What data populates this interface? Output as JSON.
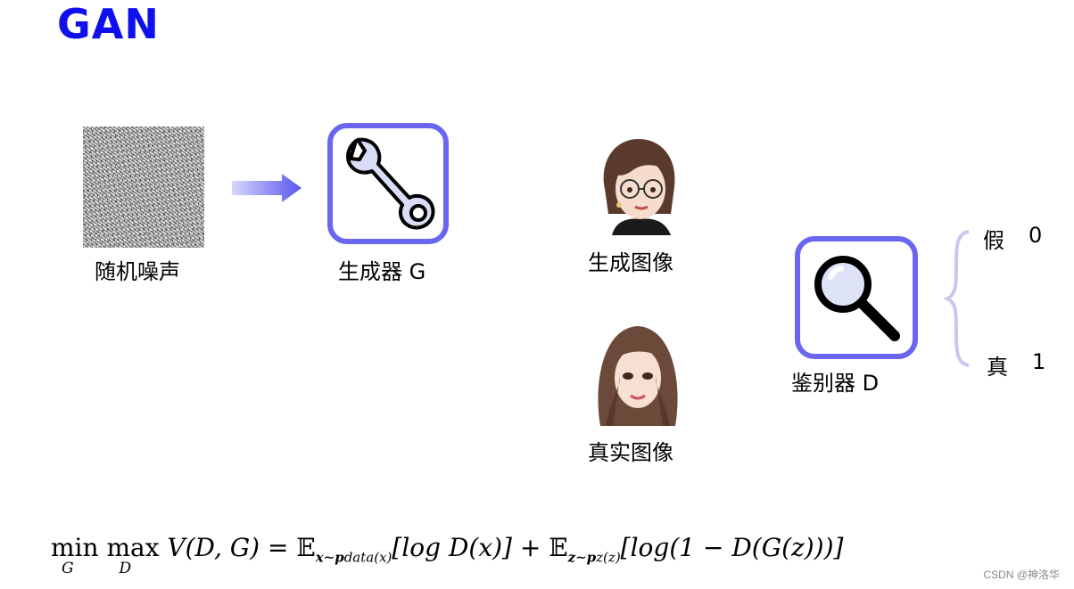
{
  "title": "GAN",
  "labels": {
    "noise": "随机噪声",
    "generator": "生成器 G",
    "generated_image": "生成图像",
    "real_image": "真实图像",
    "discriminator": "鉴别器 D"
  },
  "outputs": {
    "fake_label": "假",
    "fake_value": "0",
    "real_label": "真",
    "real_value": "1"
  },
  "formula": {
    "lhs": "min max V(D,G) =",
    "lhs_sub_g": "G",
    "lhs_sub_d": "D",
    "term1": "𝔼",
    "term1_sub": "x∼p",
    "term1_sub2": "data(x)",
    "term1_body": "[log D(x)] + ",
    "term2": "𝔼",
    "term2_sub": "z∼p",
    "term2_sub2": "z(z)",
    "term2_body": "[log(1 − D(G(z)))]"
  },
  "watermark": "CSDN @神洛华",
  "colors": {
    "title": "#1010ee",
    "box_border": "#6b66f0",
    "arrow": "#5a56f0",
    "brace": "#c8c8ee"
  },
  "icons": {
    "generator": "wrench-icon",
    "discriminator": "magnifier-icon"
  }
}
